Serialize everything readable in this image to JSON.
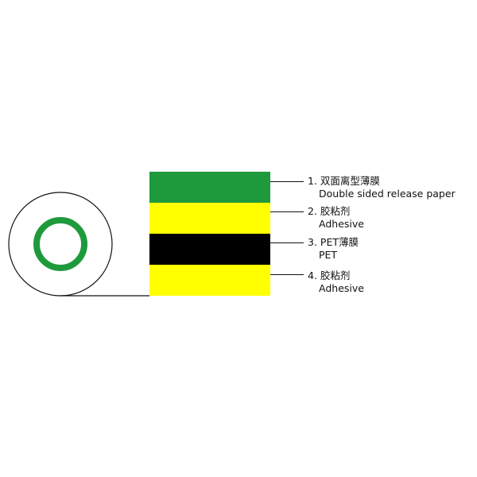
{
  "colors": {
    "release_paper": "#1e9a3c",
    "adhesive": "#ffff00",
    "pet": "#000000",
    "roll_core": "#1e9a3c",
    "outline": "#111111"
  },
  "layers": [
    {
      "number": "1.",
      "name_cn": "双面离型薄膜",
      "name_en": "Double sided release paper",
      "color_key": "release_paper"
    },
    {
      "number": "2.",
      "name_cn": "胶粘剂",
      "name_en": "Adhesive",
      "color_key": "adhesive"
    },
    {
      "number": "3.",
      "name_cn": "PET薄膜",
      "name_en": "PET",
      "color_key": "pet"
    },
    {
      "number": "4.",
      "name_cn": "胶粘剂",
      "name_en": "Adhesive",
      "color_key": "adhesive"
    }
  ]
}
